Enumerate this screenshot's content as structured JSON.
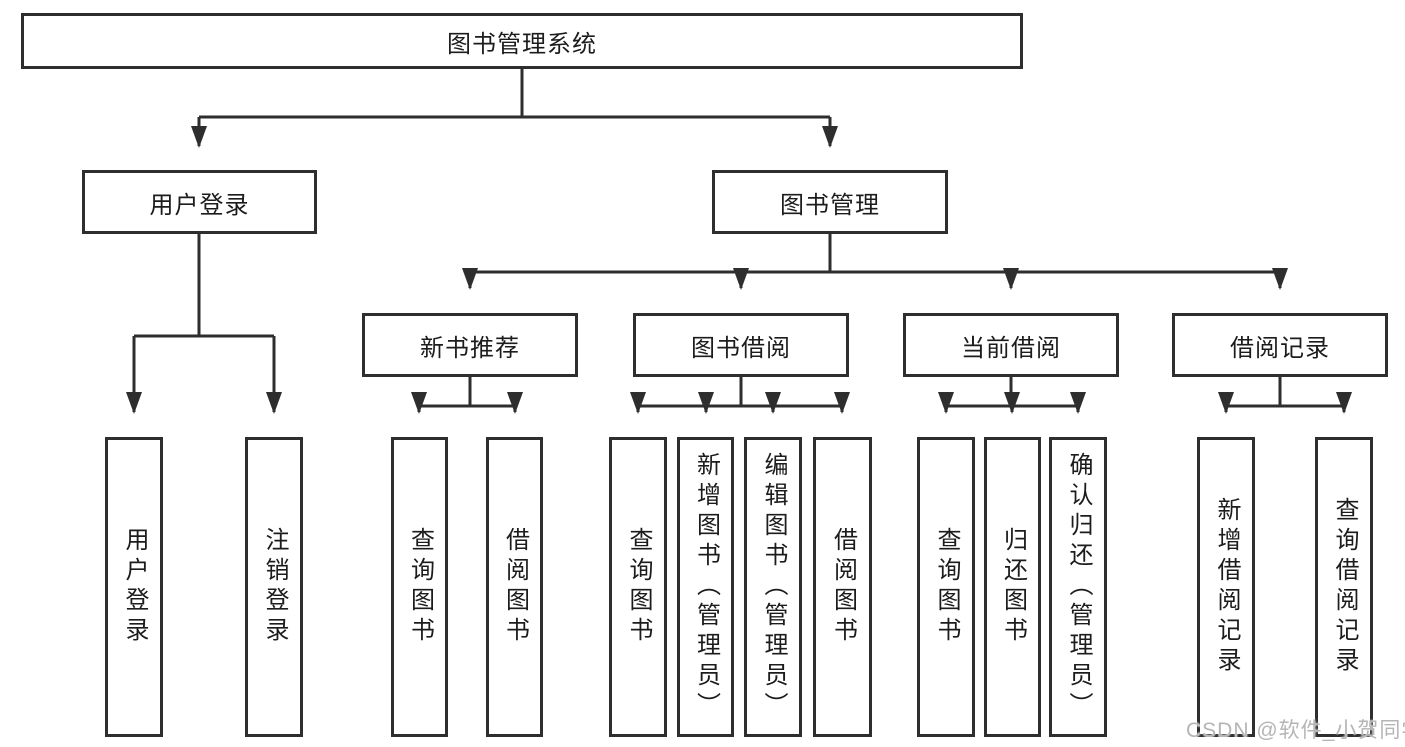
{
  "diagram": {
    "root": {
      "label": "图书管理系统"
    },
    "branches": [
      {
        "label": "用户登录",
        "children": [
          "用户登录",
          "注销登录"
        ]
      },
      {
        "label": "图书管理",
        "children": [
          {
            "label": "新书推荐",
            "children": [
              "查询图书",
              "借阅图书"
            ]
          },
          {
            "label": "图书借阅",
            "children": [
              "查询图书",
              "新增图书（管理员）",
              "编辑图书（管理员）",
              "借阅图书"
            ]
          },
          {
            "label": "当前借阅",
            "children": [
              "查询图书",
              "归还图书",
              "确认归还（管理员）"
            ]
          },
          {
            "label": "借阅记录",
            "children": [
              "新增借阅记录",
              "查询借阅记录"
            ]
          }
        ]
      }
    ]
  },
  "watermark": {
    "text": "CSDN @软件_小贺同学"
  },
  "colors": {
    "line": "#2e2e2e",
    "text": "#1c1c1c",
    "box_background": "#ffffff",
    "watermark": "#b5b5b5"
  }
}
